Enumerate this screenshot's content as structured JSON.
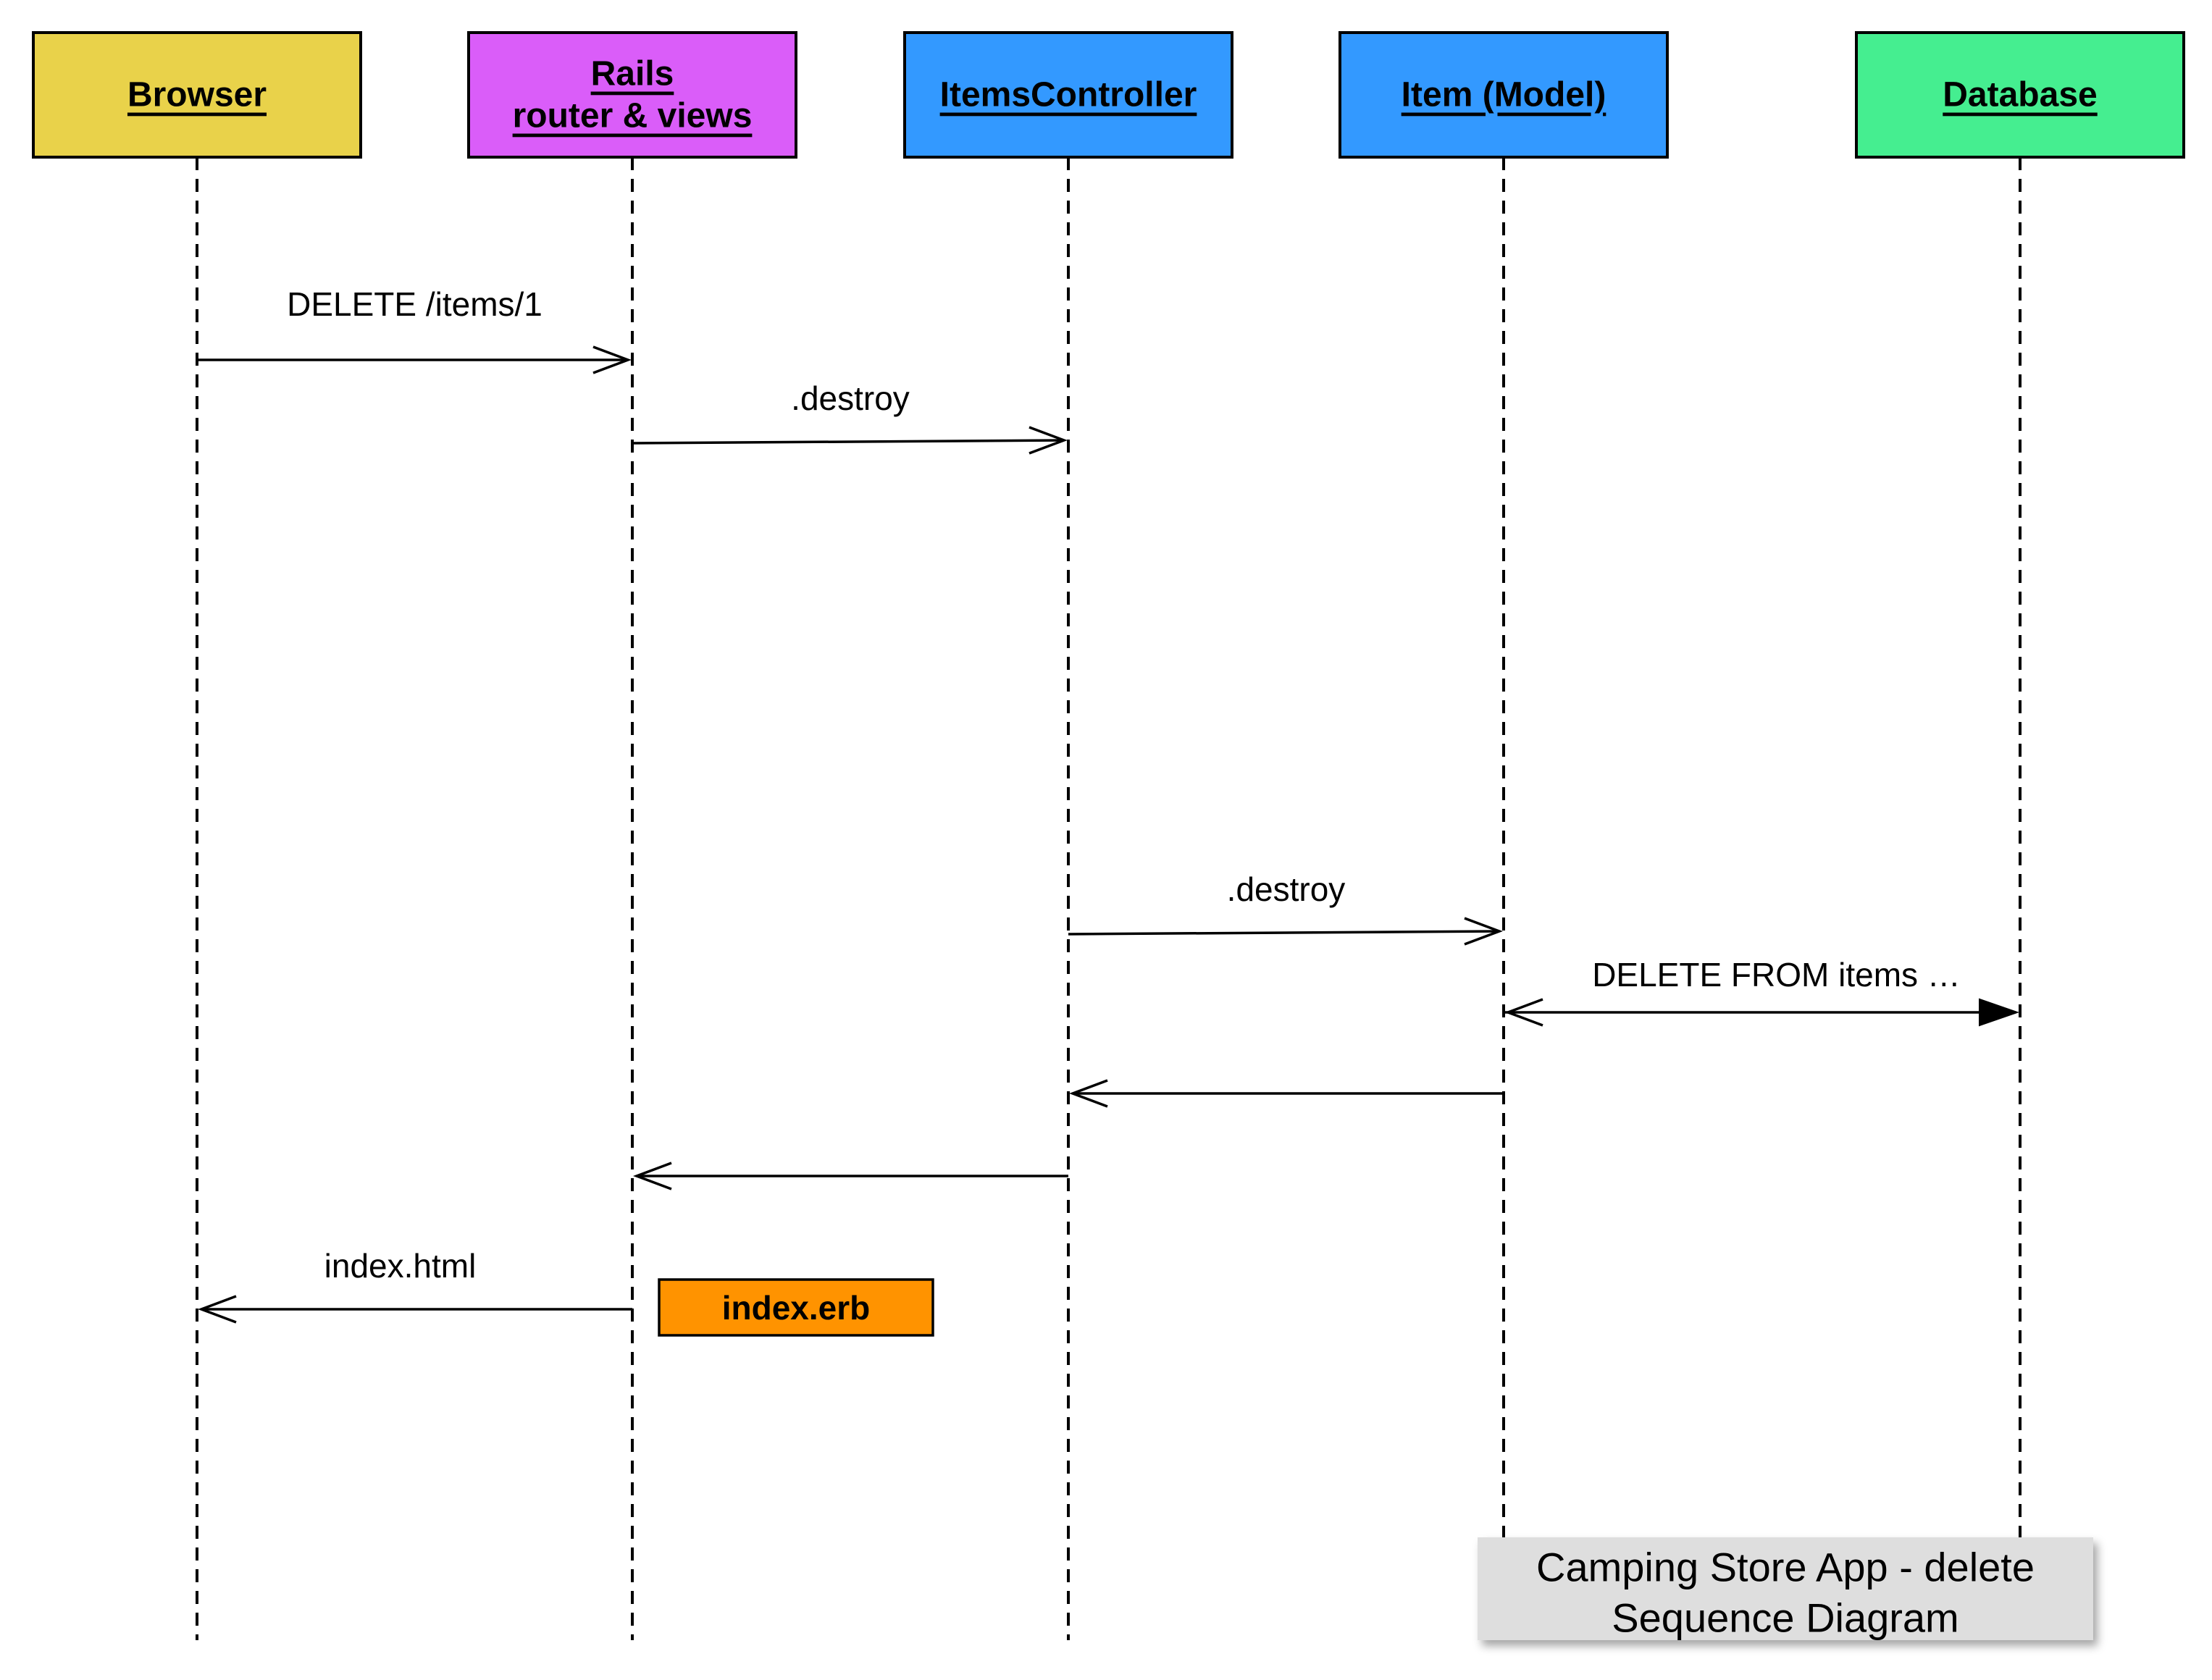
{
  "diagram": {
    "actors": [
      {
        "id": "browser",
        "label": "Browser",
        "color": "#E9D24A"
      },
      {
        "id": "rails",
        "label": "Rails\nrouter & views",
        "color": "#DA5DF9"
      },
      {
        "id": "controller",
        "label": "ItemsController",
        "color": "#3399FF"
      },
      {
        "id": "model",
        "label": "Item (Model)",
        "color": "#3399FF"
      },
      {
        "id": "database",
        "label": "Database",
        "color": "#45EE90"
      }
    ],
    "messages": [
      {
        "from": "browser",
        "to": "rails",
        "label": "DELETE /items/1",
        "head": "open"
      },
      {
        "from": "rails",
        "to": "controller",
        "label": ".destroy",
        "head": "open"
      },
      {
        "from": "controller",
        "to": "model",
        "label": ".destroy",
        "head": "open"
      },
      {
        "from": "model",
        "to": "database",
        "label": "DELETE FROM items …",
        "head": "both"
      },
      {
        "from": "model",
        "to": "controller",
        "label": "",
        "head": "open"
      },
      {
        "from": "controller",
        "to": "rails",
        "label": "",
        "head": "open"
      },
      {
        "from": "rails",
        "to": "browser",
        "label": "index.html",
        "head": "open"
      }
    ],
    "note": {
      "label": "index.erb",
      "color": "#FF9300"
    },
    "title": {
      "lines": [
        "Camping Store App - delete",
        "Sequence Diagram"
      ],
      "color": "#DEDEDE"
    }
  }
}
